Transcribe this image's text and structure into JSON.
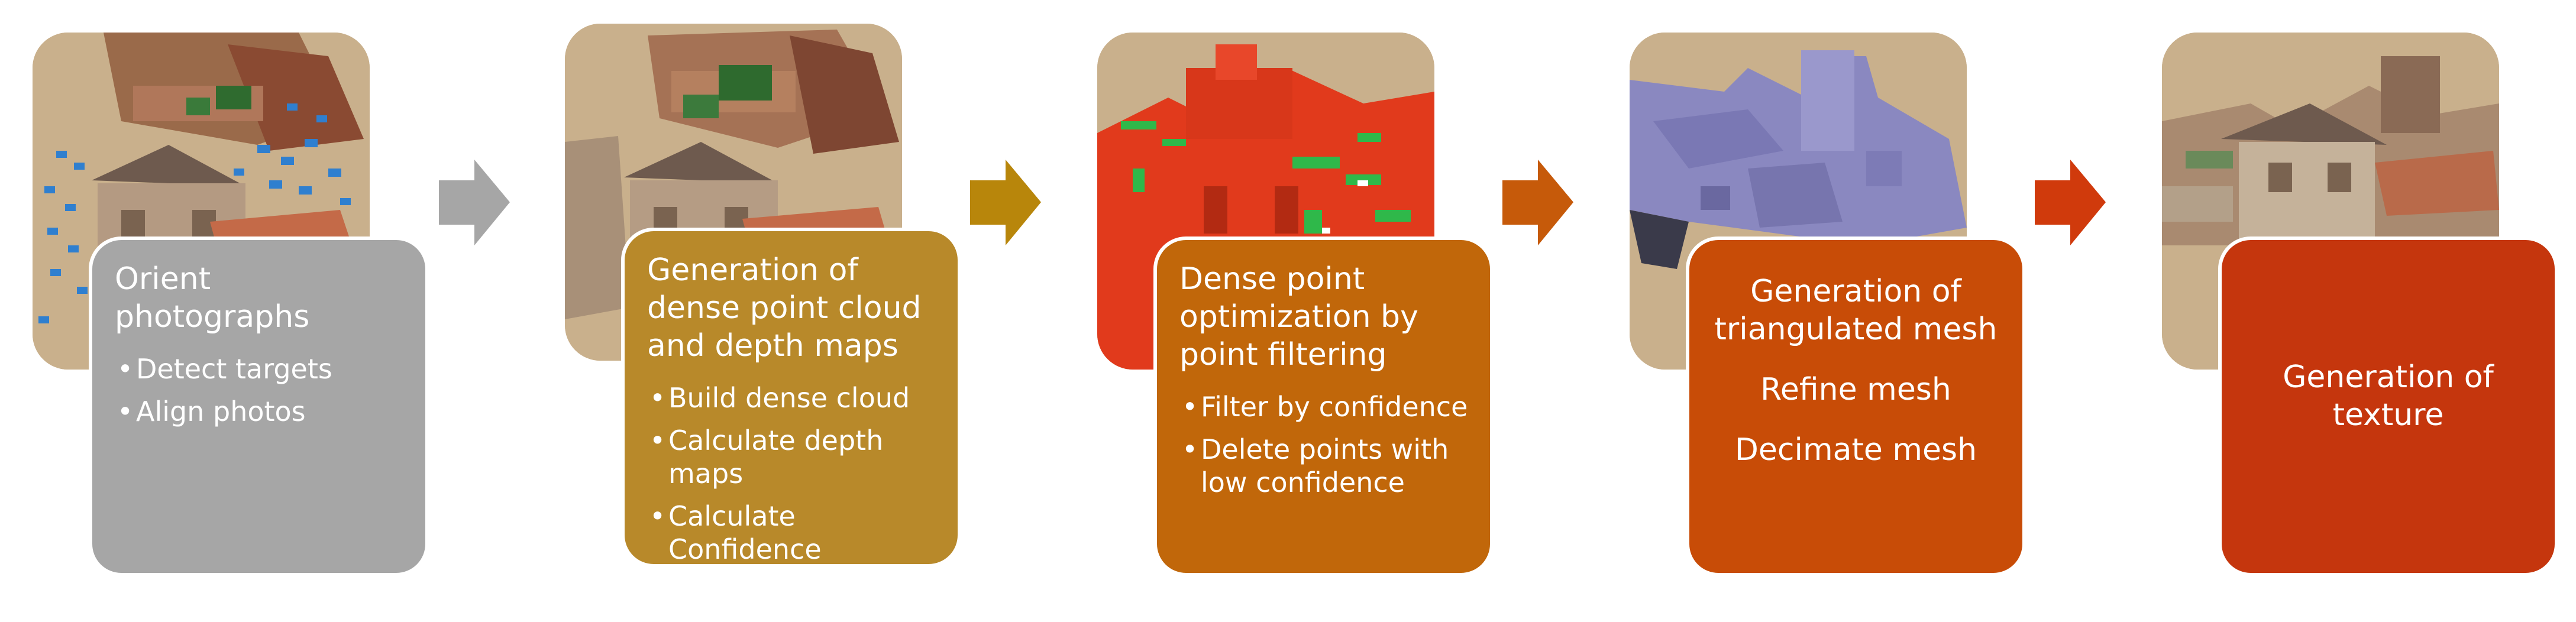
{
  "steps": [
    {
      "title": "Orient photographs",
      "bullets": [
        "Detect targets",
        "Align photos"
      ],
      "box_color": "#a6a6a6",
      "image": "sparse-point-cloud-with-camera-positions"
    },
    {
      "title": "Generation of dense point cloud and depth maps",
      "bullets": [
        "Build dense cloud",
        "Calculate  depth maps",
        "Calculate Confidence"
      ],
      "box_color": "#b8892a",
      "image": "dense-point-cloud"
    },
    {
      "title": "Dense point optimization by point filtering",
      "bullets": [
        "Filter by confidence",
        "Delete points with low confidence"
      ],
      "box_color": "#c1670a",
      "image": "confidence-colored-point-cloud"
    },
    {
      "lines": [
        "Generation of triangulated mesh",
        "Refine mesh",
        "Decimate mesh"
      ],
      "box_color": "#c84c07",
      "image": "triangulated-mesh"
    },
    {
      "lines": [
        "Generation of texture"
      ],
      "box_color": "#c5360d",
      "image": "textured-model"
    }
  ],
  "arrows": [
    {
      "color": "#a6a6a6",
      "icon": "right-arrow-icon"
    },
    {
      "color": "#b8860b",
      "icon": "right-arrow-icon"
    },
    {
      "color": "#c65a0a",
      "icon": "right-arrow-icon"
    },
    {
      "color": "#d03a0c",
      "icon": "right-arrow-icon"
    }
  ]
}
